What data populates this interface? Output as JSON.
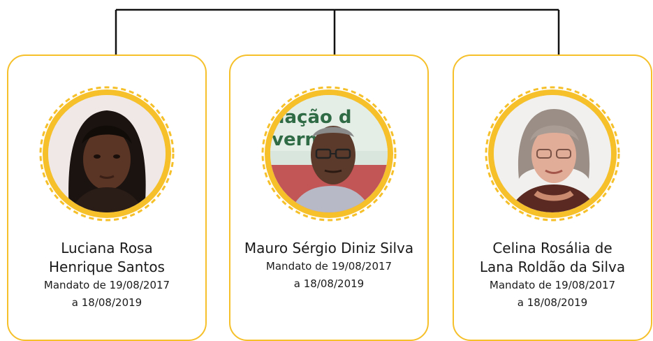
{
  "members": [
    {
      "name_lines": [
        "Luciana Rosa",
        "Henrique Santos"
      ],
      "term_lines": [
        "Mandato de 19/08/2017",
        "a 18/08/2019"
      ],
      "photo": "portrait-woman-dark-hair"
    },
    {
      "name_lines": [
        "Mauro Sérgio Diniz Silva"
      ],
      "term_lines": [
        "Mandato de 19/08/2017",
        "a 18/08/2019"
      ],
      "photo": "portrait-man-glasses",
      "photo_background_text": [
        "uação d",
        "vernc"
      ]
    },
    {
      "name_lines": [
        "Celina Rosália de",
        "Lana Roldão da Silva"
      ],
      "term_lines": [
        "Mandato de 19/08/2017",
        "a 18/08/2019"
      ],
      "photo": "portrait-woman-gray-hair"
    }
  ],
  "colors": {
    "accent": "#f5c02a",
    "connector": "#111111",
    "text": "#1a1a1a"
  }
}
